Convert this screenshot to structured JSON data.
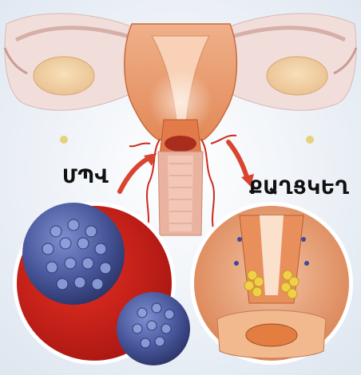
{
  "labels": {
    "left": "ՄՊՎ",
    "right": "ՔԱՂՑԿԵՂ"
  },
  "colors": {
    "background_light_blue": "#dfe7f1",
    "tissue_pink": "#efd9d4",
    "uterus_orange": "#e6935e",
    "blood_red": "#c21c14",
    "virus_blue": "#3e4c8e",
    "arrow_red": "#d9442e"
  },
  "icons": {
    "left_arrow": "curved-arrow-up-right",
    "right_arrow": "curved-arrow-down-right"
  }
}
